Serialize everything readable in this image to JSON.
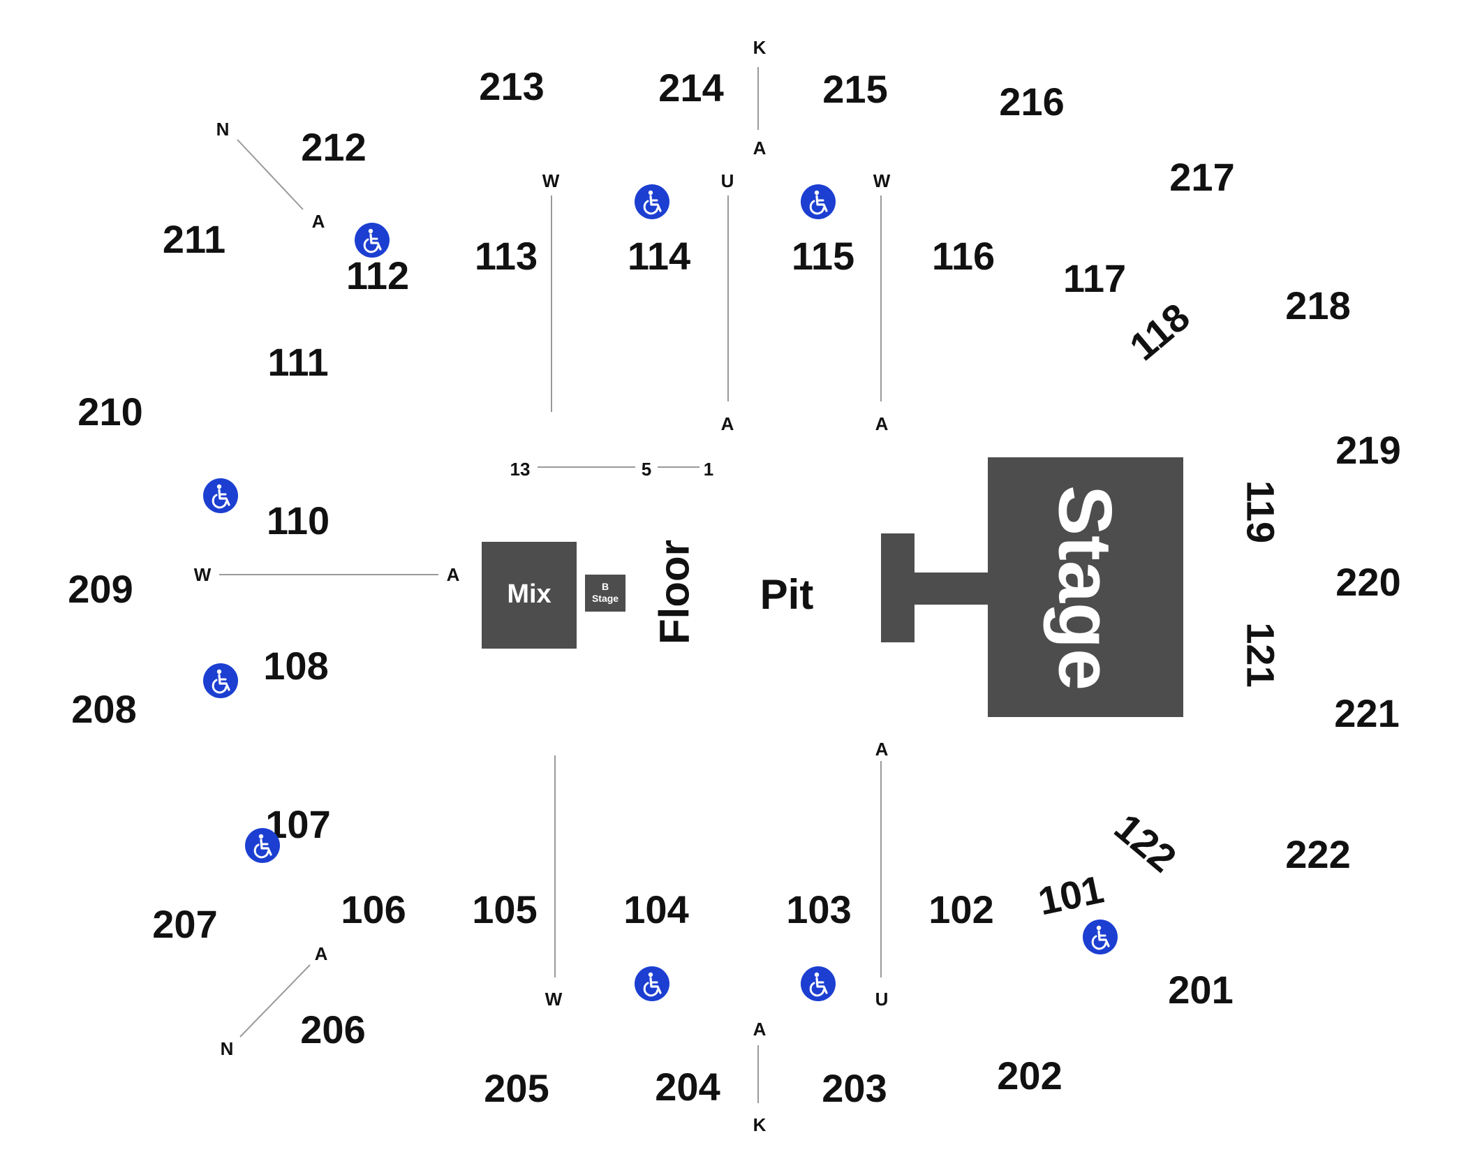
{
  "colors": {
    "block": "#4d4d4d",
    "accessible": "#1c3fd1",
    "text": "#111111",
    "line": "#999999"
  },
  "labels": {
    "stage": "Stage",
    "pit": "Pit",
    "floor": "Floor",
    "mix": "Mix",
    "b_stage_line1": "B",
    "b_stage_line2": "Stage"
  },
  "sections": {
    "s101": "101",
    "s102": "102",
    "s103": "103",
    "s104": "104",
    "s105": "105",
    "s106": "106",
    "s107": "107",
    "s108": "108",
    "s110": "110",
    "s111": "111",
    "s112": "112",
    "s113": "113",
    "s114": "114",
    "s115": "115",
    "s116": "116",
    "s117": "117",
    "s118": "118",
    "s119": "119",
    "s121": "121",
    "s122": "122",
    "s201": "201",
    "s202": "202",
    "s203": "203",
    "s204": "204",
    "s205": "205",
    "s206": "206",
    "s207": "207",
    "s208": "208",
    "s209": "209",
    "s210": "210",
    "s211": "211",
    "s212": "212",
    "s213": "213",
    "s214": "214",
    "s215": "215",
    "s216": "216",
    "s217": "217",
    "s218": "218",
    "s219": "219",
    "s220": "220",
    "s221": "221",
    "s222": "222"
  },
  "rows": {
    "k_top": "K",
    "a_top": "A",
    "w_113": "W",
    "u_114": "U",
    "w_115": "W",
    "a_114": "A",
    "a_115": "A",
    "n_nw": "N",
    "a_nw": "A",
    "w_left": "W",
    "a_left": "A",
    "n_sw": "N",
    "a_sw": "A",
    "w_105": "W",
    "a_103": "A",
    "u_103": "U",
    "a_bot": "A",
    "k_bot": "K",
    "seat_13": "13",
    "seat_5": "5",
    "seat_1": "1"
  },
  "icons": [
    "wheelchair-icon"
  ]
}
